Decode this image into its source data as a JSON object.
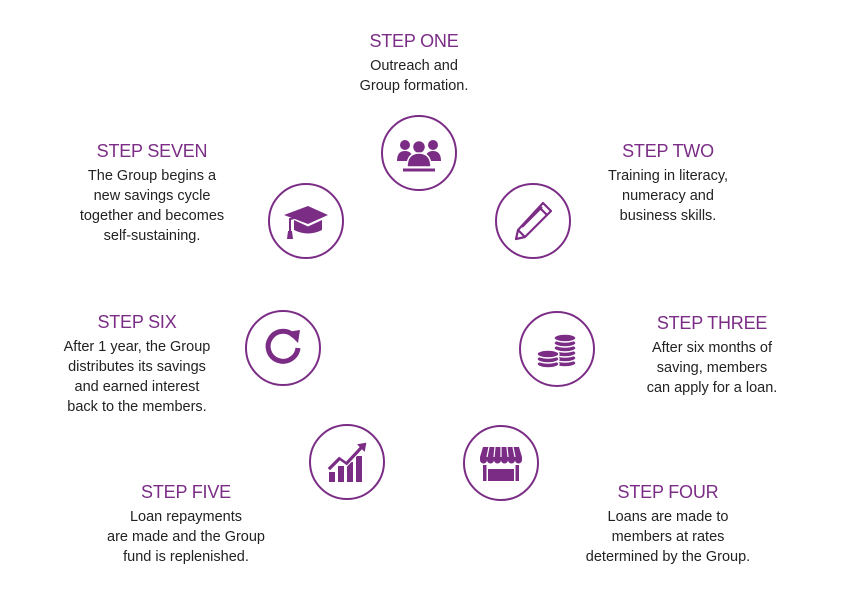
{
  "accent_color": "#7b2d86",
  "steps": [
    {
      "title": "STEP ONE",
      "lines": [
        "Outreach and",
        "Group formation."
      ],
      "icon": "group-people-icon"
    },
    {
      "title": "STEP TWO",
      "lines": [
        "Training in literacy,",
        "numeracy and",
        "business skills."
      ],
      "icon": "pencil-icon"
    },
    {
      "title": "STEP THREE",
      "lines": [
        "After six months of",
        "saving, members",
        "can apply for a loan."
      ],
      "icon": "coins-icon"
    },
    {
      "title": "STEP FOUR",
      "lines": [
        "Loans are made to",
        "members at rates",
        "determined by the Group."
      ],
      "icon": "market-stall-icon"
    },
    {
      "title": "STEP FIVE",
      "lines": [
        "Loan repayments",
        "are made and the Group",
        "fund is replenished."
      ],
      "icon": "growth-chart-icon"
    },
    {
      "title": "STEP SIX",
      "lines": [
        "After 1 year, the Group",
        "distributes its savings",
        "and earned interest",
        "back to the members."
      ],
      "icon": "cycle-arrow-icon"
    },
    {
      "title": "STEP SEVEN",
      "lines": [
        "The Group begins a",
        "new savings cycle",
        "together and becomes",
        "self-sustaining."
      ],
      "icon": "graduation-cap-icon"
    }
  ]
}
